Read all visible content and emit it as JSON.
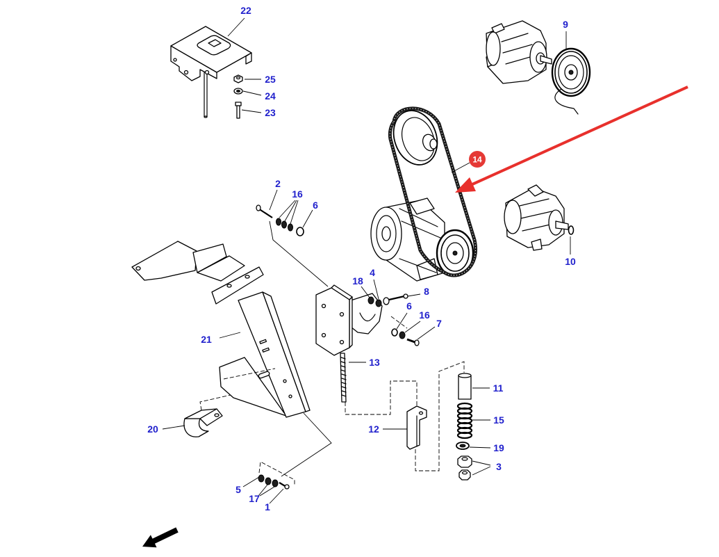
{
  "diagram": {
    "callouts": [
      "22",
      "25",
      "24",
      "23",
      "9",
      "2",
      "16",
      "6",
      "10",
      "4",
      "18",
      "8",
      "6",
      "16",
      "7",
      "21",
      "13",
      "11",
      "15",
      "20",
      "12",
      "19",
      "3",
      "5",
      "17",
      "1"
    ],
    "highlight": {
      "label": "14"
    }
  },
  "icons": {
    "orientation_arrow": "arrow-down-left-icon",
    "pointer_arrow": "red-pointer-arrow"
  },
  "colors": {
    "callout_text": "#1f1fcc",
    "highlight_fill": "#e53935",
    "highlight_text": "#ffffff",
    "pointer_arrow": "#e8302c",
    "line_art": "#000000"
  }
}
